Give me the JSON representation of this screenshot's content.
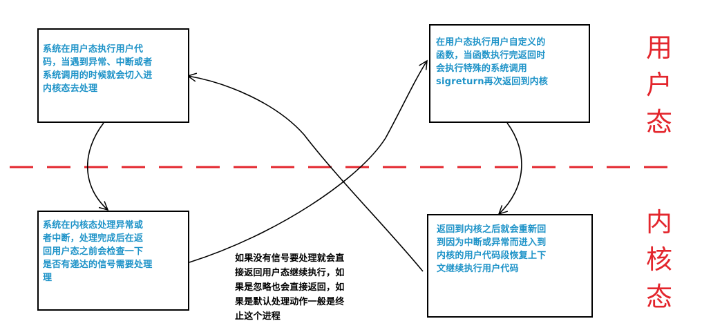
{
  "boxes": {
    "top_left": "系统在用户态执行用户代\n码，当遇到异常、中断或者\n系统调用的时候就会切入进\n内核态去处理",
    "bottom_left": "系统在内核态处理异常或\n者中断，处理完成后在返\n回用户态之前会检查一下\n是否有递达的信号需要处理\n理",
    "top_right": "在用户态执行用户自定义的\n函数，当函数执行完返回时\n会执行特殊的系统调用\nsigreturn再次返回到内核",
    "bottom_right": "返回到内核之后就会重新回\n到因为中断或异常而进入到\n内核的用户代码段恢复上下\n文继续执行用户代码"
  },
  "note": "如果没有信号要处理就会直\n接返回用户态继续执行，如\n果是忽略也会直接返回，如\n果是默认处理动作一般是终\n止这个进程",
  "labels": {
    "user_mode": "用\n户\n态",
    "kernel_mode": "内\n核\n态"
  },
  "colors": {
    "box_text": "#1e93c8",
    "divider": "#e3262d",
    "mode_label": "#e3262d",
    "lines": "#000000"
  }
}
